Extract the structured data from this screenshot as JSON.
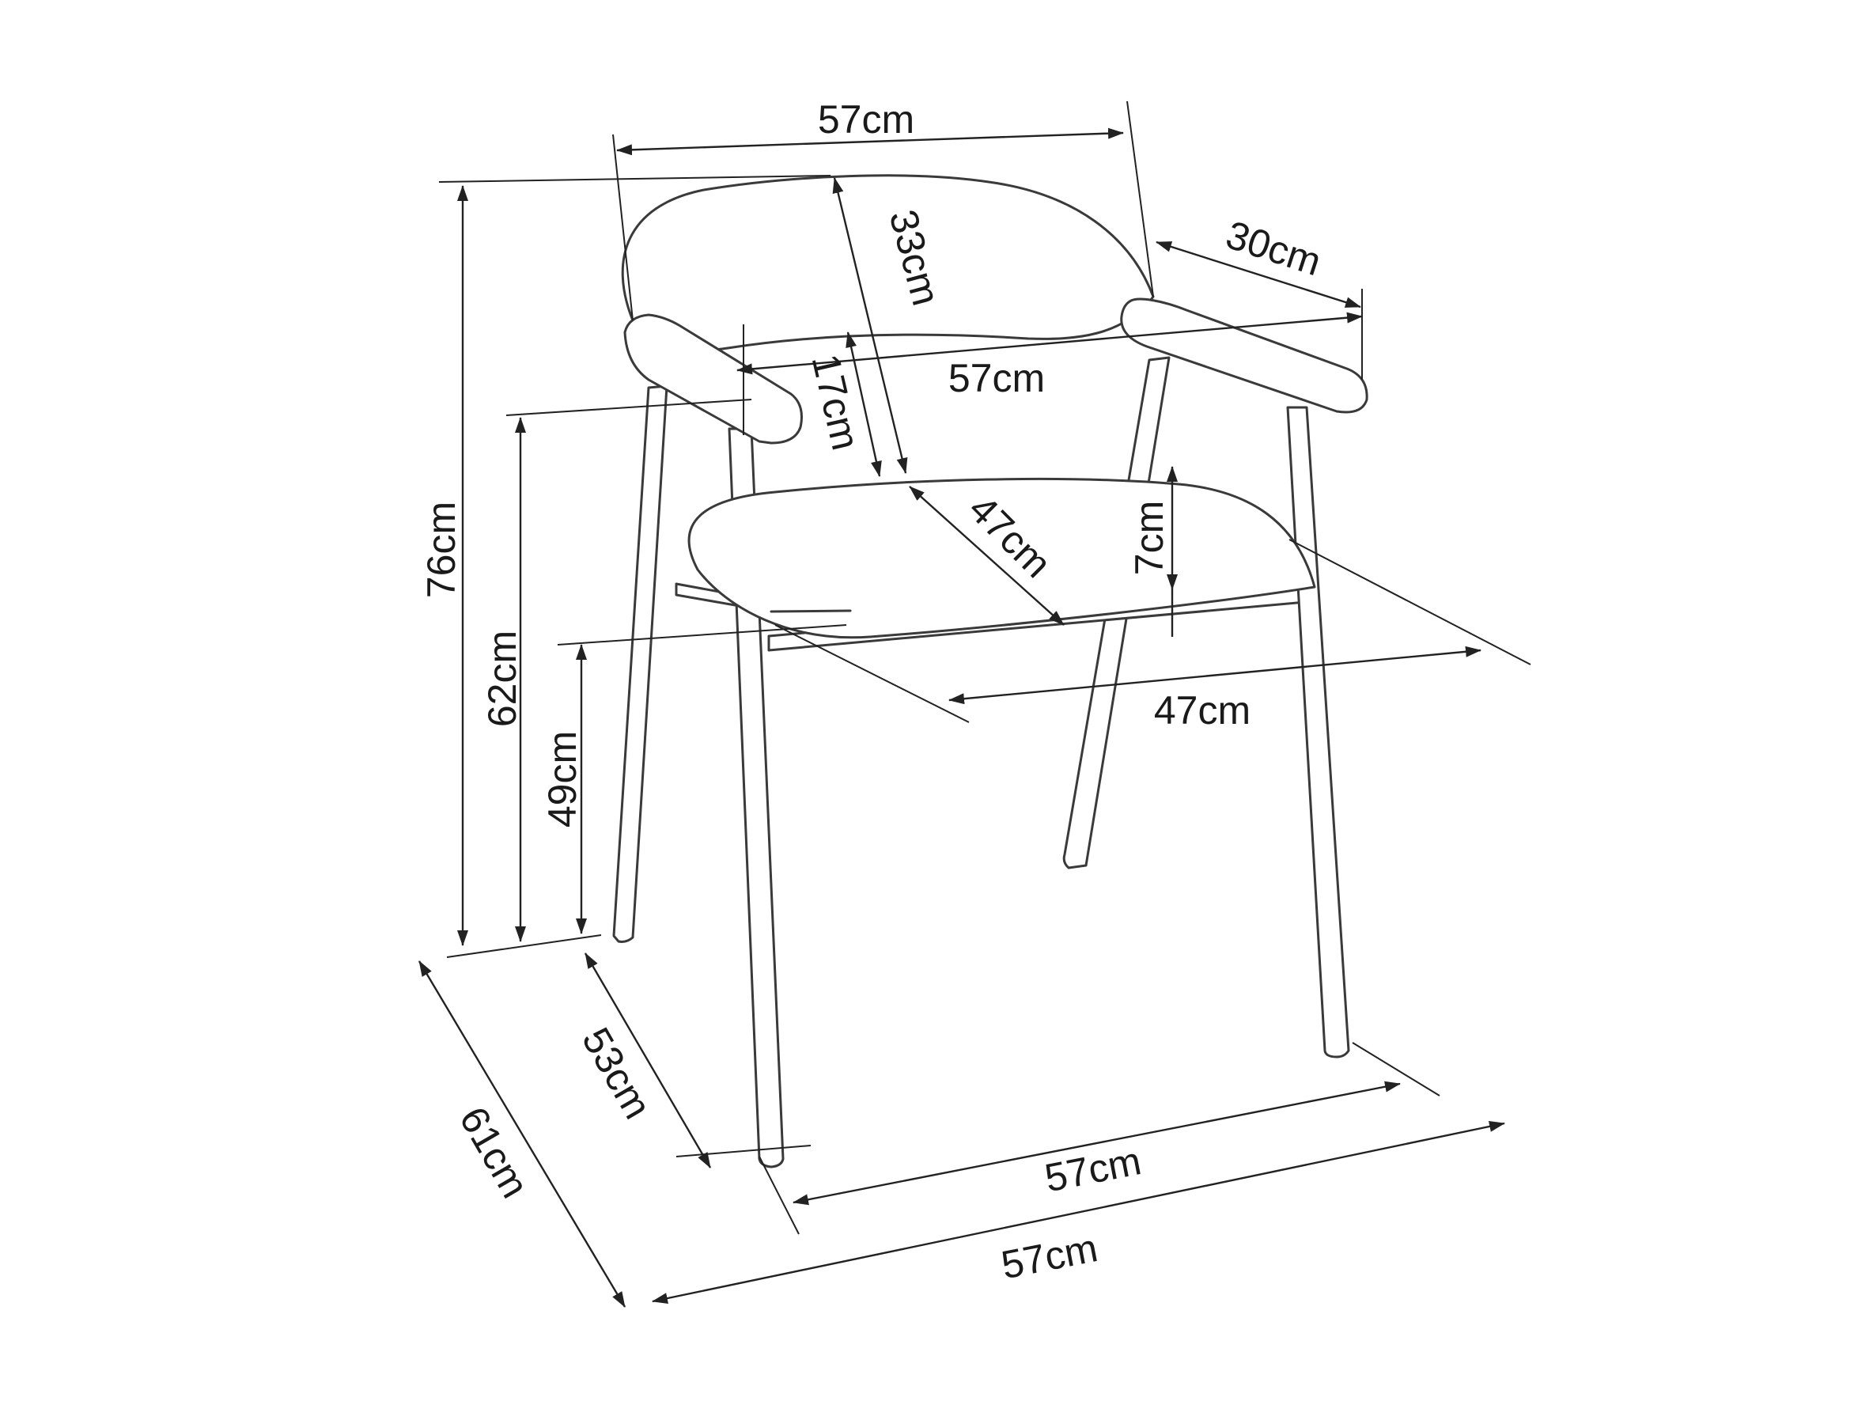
{
  "colors": {
    "line": "#222222",
    "chair_outline": "#3a3a3a",
    "background": "#ffffff"
  },
  "dimensions": {
    "back_width": "57cm",
    "back_height": "33cm",
    "armrest_depth": "30cm",
    "inner_width": "57cm",
    "back_lower": "17cm",
    "seat_depth": "47cm",
    "seat_thickness": "7cm",
    "seat_width": "47cm",
    "total_height": "76cm",
    "armrest_height": "62cm",
    "seat_height": "49cm",
    "leg_depth": "53cm",
    "total_depth": "61cm",
    "leg_width": "57cm",
    "total_width": "57cm"
  }
}
